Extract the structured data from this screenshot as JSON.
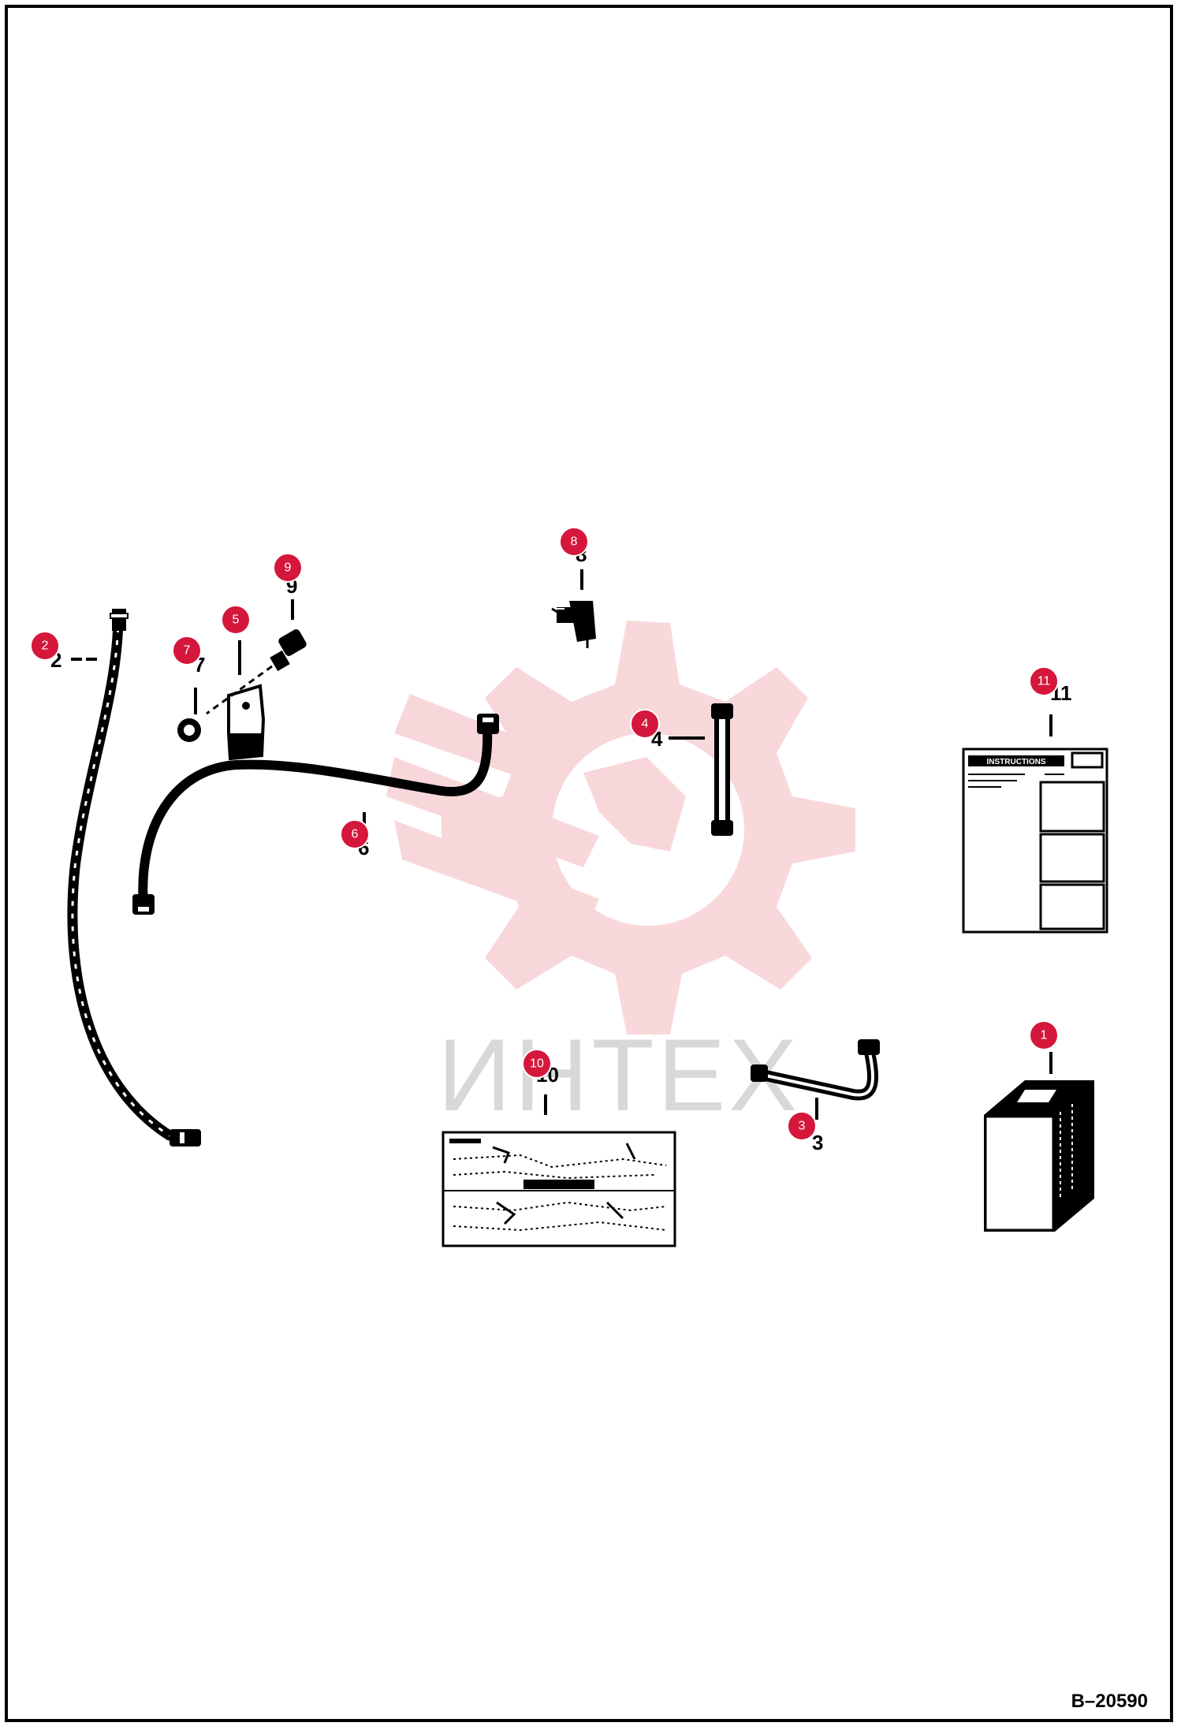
{
  "drawing_number": "B–20590",
  "watermark_text": "ИНТЕХ",
  "callout_color": "#d4173b",
  "callouts": [
    {
      "id": "callout-1",
      "label": "1"
    },
    {
      "id": "callout-2",
      "label": "2"
    },
    {
      "id": "callout-3",
      "label": "3"
    },
    {
      "id": "callout-4",
      "label": "4"
    },
    {
      "id": "callout-5",
      "label": "5"
    },
    {
      "id": "callout-6",
      "label": "6"
    },
    {
      "id": "callout-7",
      "label": "7"
    },
    {
      "id": "callout-8",
      "label": "8"
    },
    {
      "id": "callout-9",
      "label": "9"
    },
    {
      "id": "callout-10",
      "label": "10"
    },
    {
      "id": "callout-11",
      "label": "11"
    }
  ],
  "instruction_sheet_title": "INSTRUCTIONS"
}
